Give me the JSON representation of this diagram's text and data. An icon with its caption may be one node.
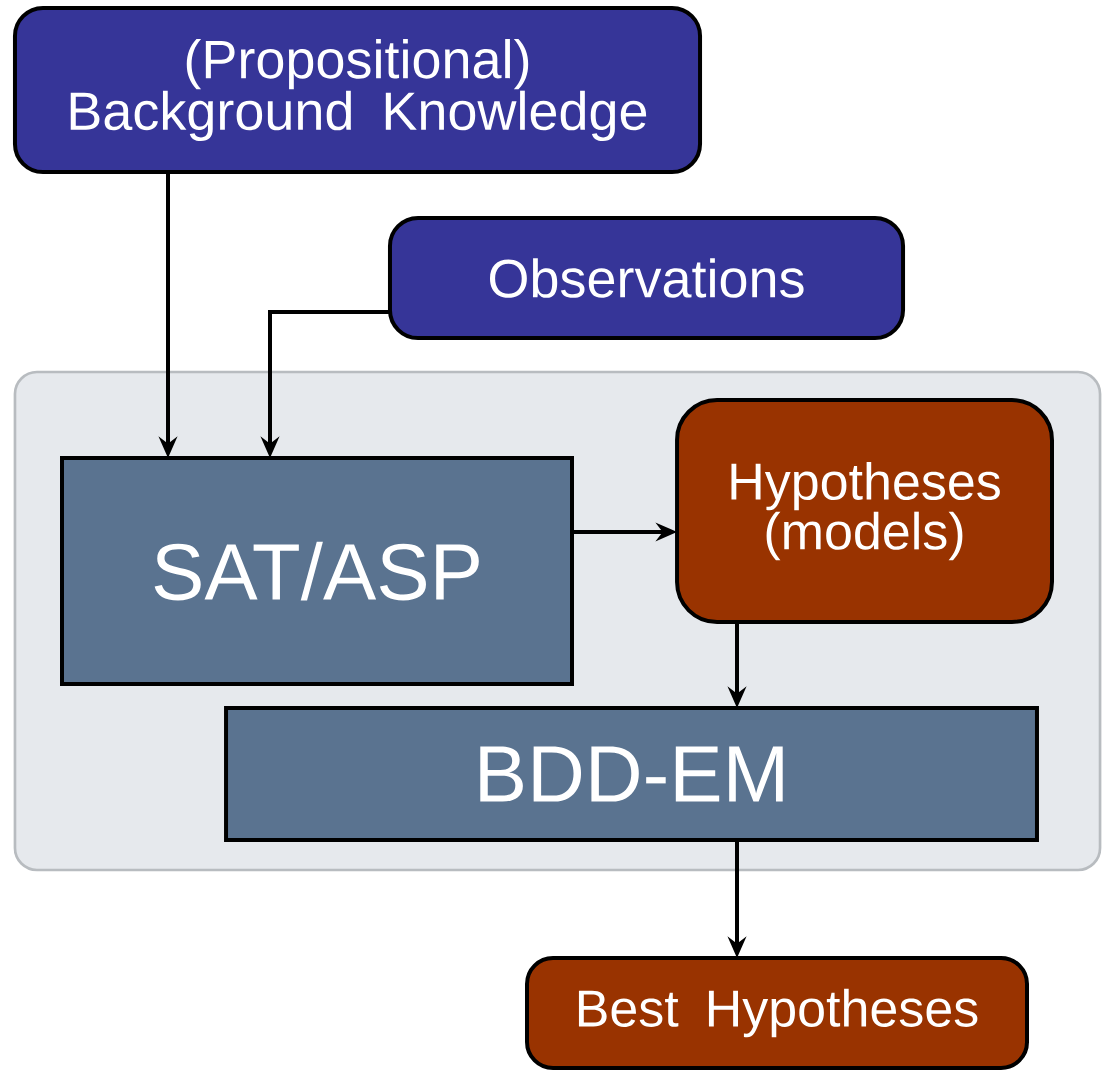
{
  "diagram": {
    "nodes": [
      {
        "text": [
          "(Propositional) Background Knowledge"
        ]
      },
      {
        "text": [
          "Observations"
        ]
      },
      {
        "text": [],
        "shape": "box"
      },
      {
        "text": [
          "SAT/ASP"
        ],
        "in": 2
      },
      {
        "text": [
          "Hypotheses (models)"
        ],
        "in": 2
      },
      {
        "text": [
          "BDD-EM"
        ],
        "in": 2
      },
      {
        "text": [
          "Best Hypotheses"
        ]
      }
    ],
    "edges": [
      {
        "from": 0,
        "to": 3,
        "arrow": "to"
      },
      {
        "from": 1,
        "to": 3,
        "arrow": "to"
      },
      {
        "from": 3,
        "to": 4,
        "arrow": "to"
      },
      {
        "from": 4,
        "to": 5,
        "arrow": "to"
      },
      {
        "from": 5,
        "to": 6,
        "arrow": "to"
      }
    ]
  }
}
